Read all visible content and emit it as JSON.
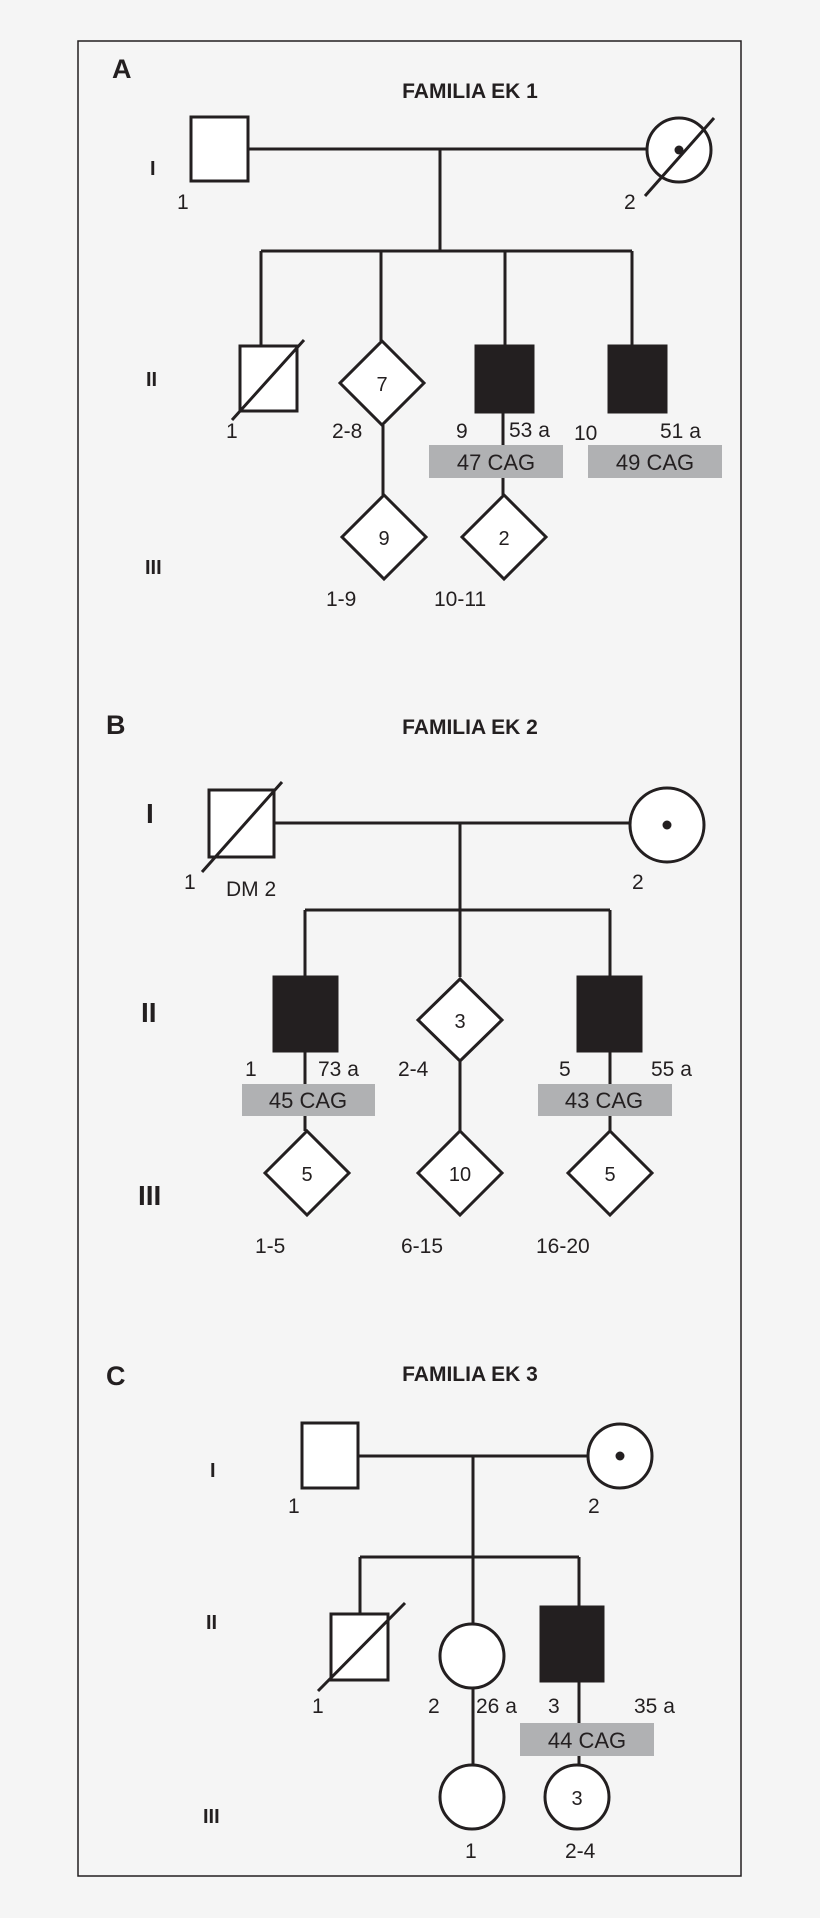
{
  "panels": [
    {
      "letter": "A",
      "title": "FAMILIA EK 1",
      "generations": [
        "I",
        "II",
        "III"
      ],
      "labels": {
        "I1": "1",
        "I2": "2",
        "II1": "1",
        "II2": "2-8",
        "II3": "9",
        "II3age": "53 a",
        "II4": "10",
        "II4age": "51 a",
        "III1": "1-9",
        "III2": "10-11"
      },
      "counts": {
        "II2": "7",
        "III1": "9",
        "III2": "2"
      },
      "cag": {
        "II3": "47 CAG",
        "II4": "49 CAG"
      }
    },
    {
      "letter": "B",
      "title": "FAMILIA EK 2",
      "generations": [
        "I",
        "II",
        "III"
      ],
      "labels": {
        "I1": "1",
        "I1note": "DM 2",
        "I2": "2",
        "II1": "1",
        "II1age": "73 a",
        "II2": "2-4",
        "II3": "5",
        "II3age": "55 a",
        "III1": "1-5",
        "III2": "6-15",
        "III3": "16-20"
      },
      "counts": {
        "II2": "3",
        "III1": "5",
        "III2": "10",
        "III3": "5"
      },
      "cag": {
        "II1": "45  CAG",
        "II3": "43 CAG"
      }
    },
    {
      "letter": "C",
      "title": "FAMILIA EK 3",
      "generations": [
        "I",
        "II",
        "III"
      ],
      "labels": {
        "I1": "1",
        "I2": "2",
        "II1": "1",
        "II2": "2",
        "II2age": "26 a",
        "II3": "3",
        "II3age": "35 a",
        "III1": "1",
        "III2": "2-4"
      },
      "counts": {
        "III2": "3"
      },
      "cag": {
        "II3": "44 CAG"
      }
    }
  ],
  "legend_semantics": {
    "filled-square": "affected male",
    "slash": "deceased",
    "dot-circle": "carrier female",
    "diamond-number": "number of individuals"
  },
  "colors": {
    "line": "#231f20",
    "cag_box": "#b0b1b3",
    "background": "#f5f5f5"
  }
}
